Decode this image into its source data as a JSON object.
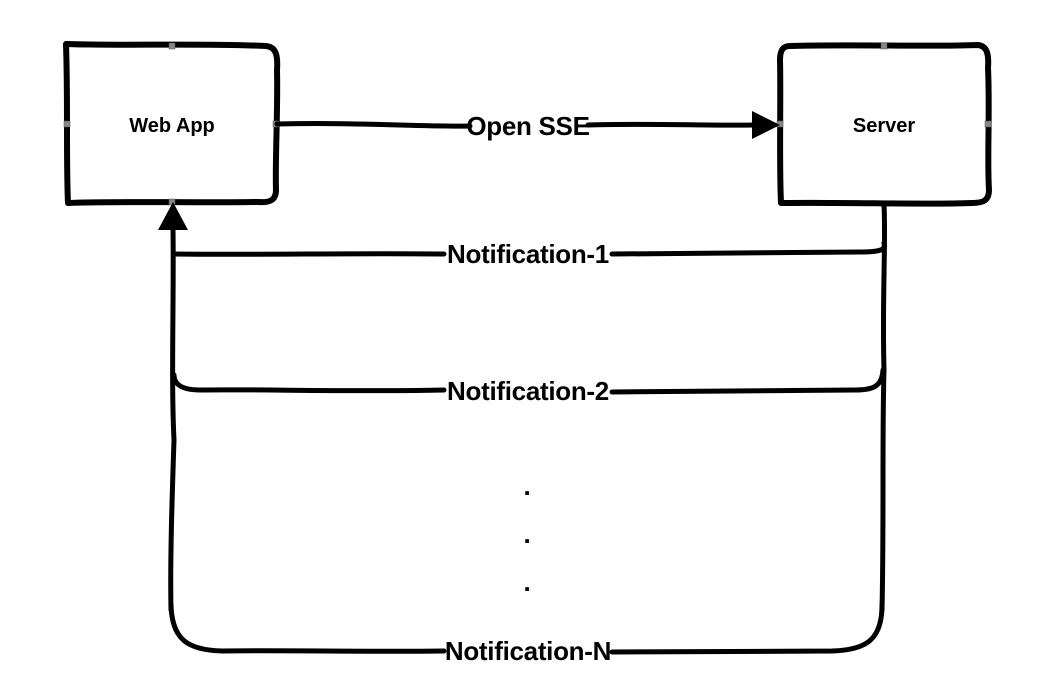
{
  "nodes": {
    "web_app": {
      "label": "Web App"
    },
    "server": {
      "label": "Server"
    }
  },
  "edges": {
    "open_sse": {
      "label": "Open SSE"
    },
    "notification_1": {
      "label": "Notification-1"
    },
    "notification_2": {
      "label": "Notification-2"
    },
    "notification_n": {
      "label": "Notification-N"
    }
  },
  "ellipsis": {
    "dots": [
      ".",
      ".",
      "."
    ]
  },
  "colors": {
    "stroke": "#000000",
    "background": "#ffffff",
    "handle": "#888888"
  }
}
